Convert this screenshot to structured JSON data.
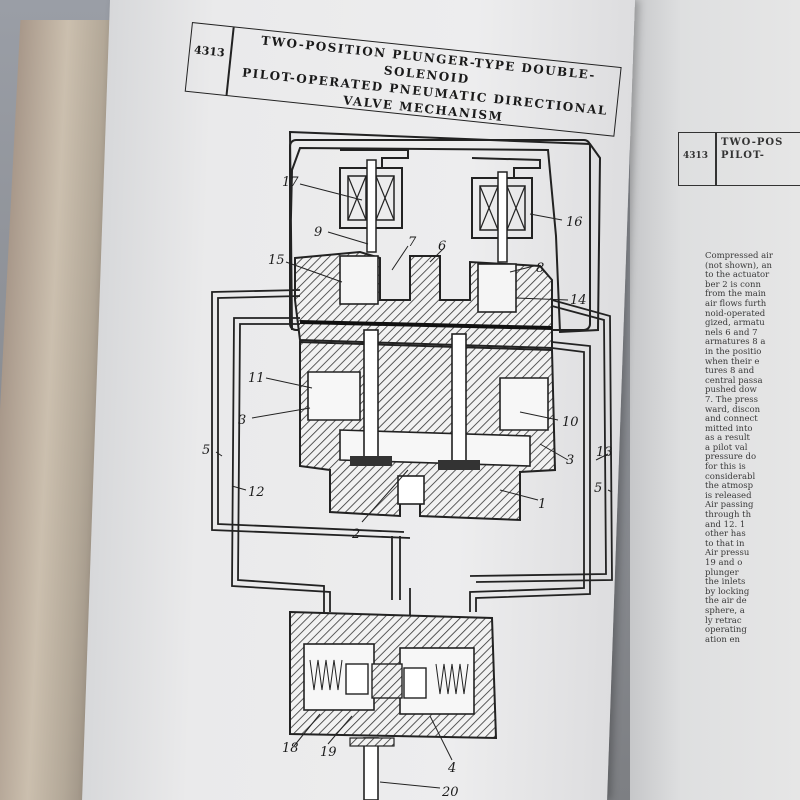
{
  "left_page": {
    "header": {
      "number": "4313",
      "title_lines": [
        "TWO-POSITION PLUNGER-TYPE DOUBLE-SOLENOID",
        "PILOT-OPERATED PNEUMATIC DIRECTIONAL",
        "VALVE MECHANISM"
      ]
    },
    "figure_labels": [
      "17",
      "9",
      "7",
      "6",
      "16",
      "8",
      "15",
      "14",
      "11",
      "3",
      "10",
      "3",
      "13",
      "5",
      "12",
      "5",
      "2",
      "1",
      "18",
      "19",
      "4",
      "20"
    ]
  },
  "right_page": {
    "header": {
      "number": "4313",
      "title_lines": [
        "TWO-POS",
        "PILOT-"
      ]
    },
    "text_lines": [
      "Compressed air",
      "(not shown), an",
      "to the actuator",
      "ber 2 is conn",
      "from the main",
      "air flows furth",
      "noid-operated",
      "gized, armatu",
      "nels 6 and 7",
      "armatures 8 a",
      "in the positio",
      "when their e",
      "tures 8 and",
      "central passa",
      "pushed dow",
      "7. The press",
      "ward, discon",
      "and connect",
      "mitted into",
      "as a result",
      "a pilot val",
      "pressure do",
      "for this is",
      "considerabl",
      "the atmosp",
      "is released",
      "Air passing",
      "through th",
      "and 12. 1",
      "other has",
      "to that in",
      "Air pressu",
      "19 and o",
      "plunger",
      "the inlets",
      "by locking",
      "the air de",
      "sphere, a",
      "ly retrac",
      "operating",
      "ation en"
    ]
  }
}
